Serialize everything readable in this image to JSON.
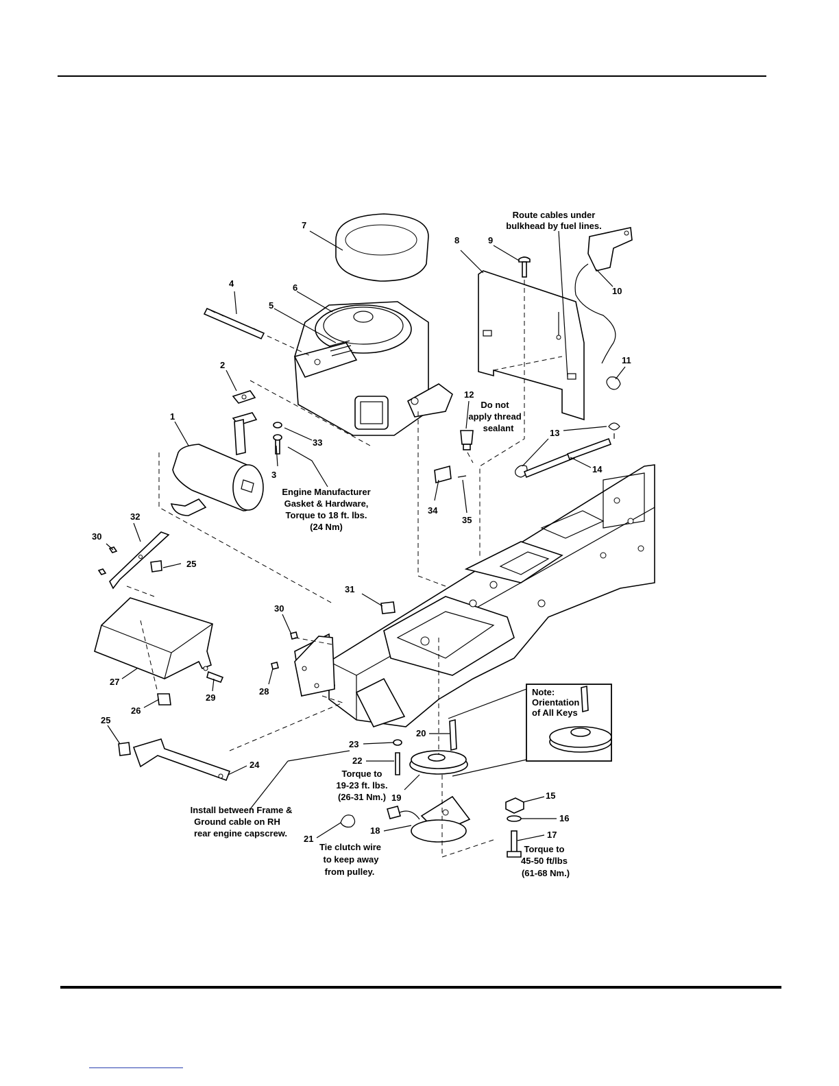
{
  "parts": {
    "p1": "1",
    "p2": "2",
    "p3": "3",
    "p4": "4",
    "p5": "5",
    "p6": "6",
    "p7": "7",
    "p8": "8",
    "p9": "9",
    "p10": "10",
    "p11": "11",
    "p12": "12",
    "p13": "13",
    "p14": "14",
    "p15": "15",
    "p16": "16",
    "p17": "17",
    "p18": "18",
    "p19": "19",
    "p20": "20",
    "p21": "21",
    "p22": "22",
    "p23": "23",
    "p24": "24",
    "p25a": "25",
    "p25b": "25",
    "p26": "26",
    "p27": "27",
    "p28": "28",
    "p29": "29",
    "p30a": "30",
    "p30b": "30",
    "p31": "31",
    "p32": "32",
    "p33": "33",
    "p34": "34",
    "p35": "35"
  },
  "notes": {
    "route_cables": [
      "Route cables under",
      "bulkhead by fuel lines."
    ],
    "thread_sealant": [
      "Do not",
      "apply thread",
      "sealant"
    ],
    "engine_gasket": [
      "Engine Manufacturer",
      "Gasket & Hardware,",
      "Torque to 18 ft. lbs.",
      "(24 Nm)"
    ],
    "keys": [
      "Note:",
      "Orientation",
      "of All Keys"
    ],
    "torque_19_23": [
      "Torque to",
      "19-23 ft. lbs.",
      "(26-31 Nm.)"
    ],
    "torque_45_50": [
      "Torque to",
      "45-50 ft/lbs",
      "(61-68 Nm.)"
    ],
    "install_frame": [
      "Install between Frame &",
      "Ground cable on RH",
      "rear engine capscrew."
    ],
    "tie_clutch": [
      "Tie clutch wire",
      "to keep away",
      "from pulley."
    ]
  }
}
